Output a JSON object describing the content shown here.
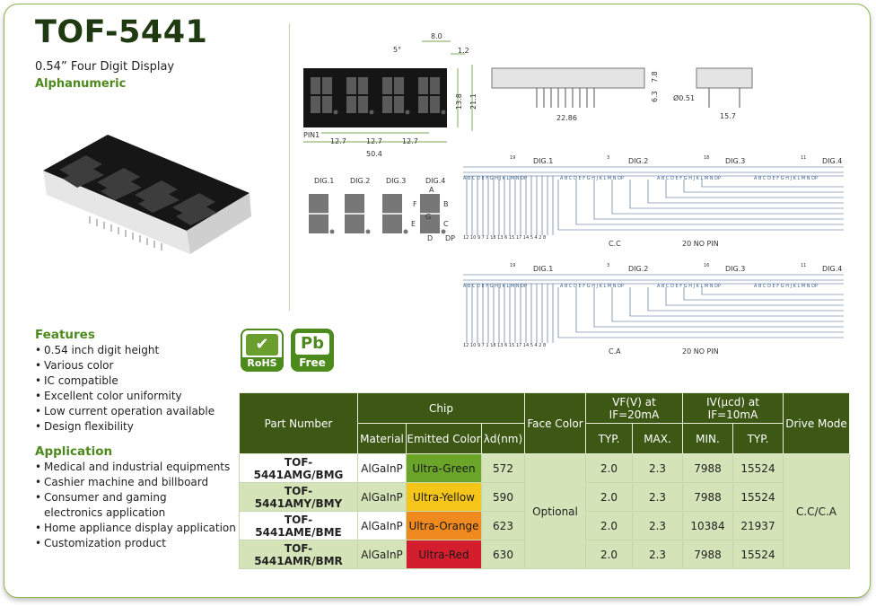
{
  "header": {
    "title": "TOF-5441",
    "subtitle": "0.54” Four Digit Display",
    "category": "Alphanumeric"
  },
  "features": {
    "heading": "Features",
    "items": [
      "0.54 inch digit height",
      "Various color",
      "IC compatible",
      "Excellent color uniformity",
      "Low current operation available",
      "Design flexibility"
    ]
  },
  "application": {
    "heading": "Application",
    "items": [
      "Medical and industrial equipments",
      "Cashier machine and billboard",
      "Consumer and gaming electronics application",
      "Home appliance display application",
      "Customization product"
    ]
  },
  "badges": {
    "rohs": "RoHS",
    "pb_top": "Pb",
    "pb_bottom": "Free"
  },
  "dimensions": {
    "d1": "8.0",
    "d2": "5°",
    "d3": "1.2",
    "d4": "13.8",
    "d5": "21.1",
    "d6": "12.7",
    "d7": "12.7",
    "d8": "12.7",
    "d9": "50.4",
    "pin": "PIN1",
    "d10": "7.8",
    "d11": "6.3",
    "d12": "22.86",
    "d13": "Ø0.51",
    "d14": "15.7"
  },
  "segment_view": {
    "digits": [
      "DIG.1",
      "DIG.2",
      "DIG.3",
      "DIG.4"
    ],
    "labels": [
      "A",
      "F",
      "B",
      "G",
      "C",
      "E",
      "D",
      "DP"
    ]
  },
  "circuits": [
    {
      "digits": [
        "DIG.1",
        "DIG.2",
        "DIG.3",
        "DIG.4"
      ],
      "pins_top": [
        "19",
        "3",
        "18",
        "11"
      ],
      "pins_bottom": "12 10 9 7 1 18 13 6 15 17 14 5 4 2 8",
      "label": "C.C",
      "no_pin": "20 NO PIN"
    },
    {
      "digits": [
        "DIG.1",
        "DIG.2",
        "DIG.3",
        "DIG.4"
      ],
      "pins_top": [
        "19",
        "3",
        "16",
        "11"
      ],
      "pins_bottom": "12 10 9 7 1 18 13 6 15 17 14 5 4 2 8",
      "label": "C.A",
      "no_pin": "20 NO PIN"
    }
  ],
  "table": {
    "h_part": "Part Number",
    "h_chip": "Chip",
    "h_face": "Face Color",
    "h_vf": "VF(V) at IF=20mA",
    "h_iv": "IV(µcd) at IF=10mA",
    "h_drive": "Drive Mode",
    "h_material": "Material",
    "h_emitted": "Emitted Color",
    "h_lambda": "λd(nm)",
    "h_typ": "TYP.",
    "h_max": "MAX.",
    "h_min": "MIN.",
    "h_typ2": "TYP.",
    "face_value": "Optional",
    "drive_value": "C.C/C.A",
    "rows": [
      {
        "part": "TOF-5441AMG/BMG",
        "material": "AlGaInP",
        "emitted": "Ultra-Green",
        "emit_color": "#6aa52a",
        "lambda": "572",
        "vf_typ": "2.0",
        "vf_max": "2.3",
        "iv_min": "7988",
        "iv_typ": "15524"
      },
      {
        "part": "TOF-5441AMY/BMY",
        "material": "AlGaInP",
        "emitted": "Ultra-Yellow",
        "emit_color": "#f6c51a",
        "lambda": "590",
        "vf_typ": "2.0",
        "vf_max": "2.3",
        "iv_min": "7988",
        "iv_typ": "15524"
      },
      {
        "part": "TOF-5441AME/BME",
        "material": "AlGaInP",
        "emitted": "Ultra-Orange",
        "emit_color": "#f08a1e",
        "lambda": "623",
        "vf_typ": "2.0",
        "vf_max": "2.3",
        "iv_min": "10384",
        "iv_typ": "21937"
      },
      {
        "part": "TOF-5441AMR/BMR",
        "material": "AlGaInP",
        "emitted": "Ultra-Red",
        "emit_color": "#d41e2e",
        "lambda": "630",
        "vf_typ": "2.0",
        "vf_max": "2.3",
        "iv_min": "7988",
        "iv_typ": "15524"
      }
    ]
  }
}
